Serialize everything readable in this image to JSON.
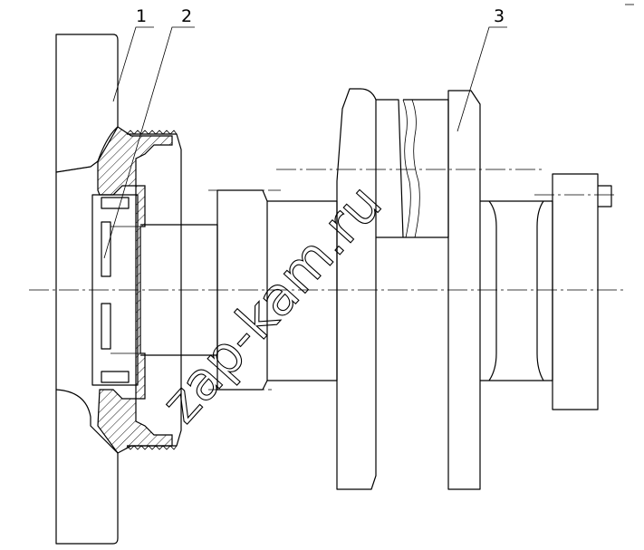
{
  "callouts": [
    {
      "id": "1",
      "label": "1"
    },
    {
      "id": "2",
      "label": "2"
    },
    {
      "id": "3",
      "label": "3"
    }
  ],
  "watermark": "zap-kam.ru",
  "colors": {
    "line": "#000000",
    "background": "#ffffff"
  }
}
